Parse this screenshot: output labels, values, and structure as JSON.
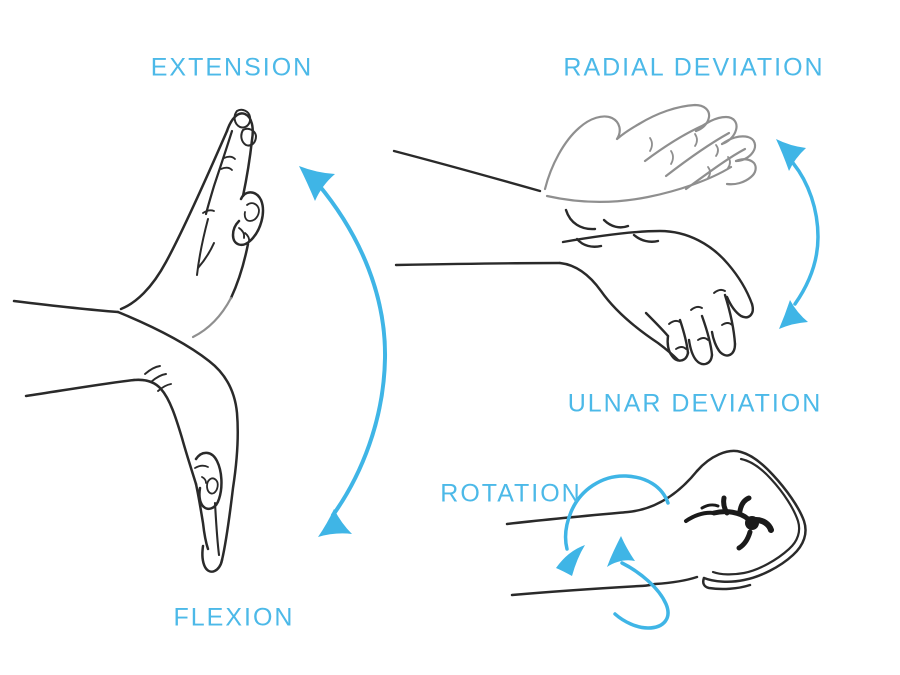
{
  "colors": {
    "background": "#ffffff",
    "accent_blue": "#3fb5e6",
    "label_blue": "#4cb9e8",
    "line_dark": "#2a2a2a",
    "line_light": "#8f8f8f"
  },
  "diagram": {
    "subject": "wrist range of motion",
    "movements": [
      {
        "id": "extension",
        "label": "EXTENSION"
      },
      {
        "id": "flexion",
        "label": "FLEXION"
      },
      {
        "id": "radial-deviation",
        "label": "RADIAL DEVIATION"
      },
      {
        "id": "ulnar-deviation",
        "label": "ULNAR DEVIATION"
      },
      {
        "id": "rotation",
        "label": "ROTATION"
      }
    ]
  }
}
